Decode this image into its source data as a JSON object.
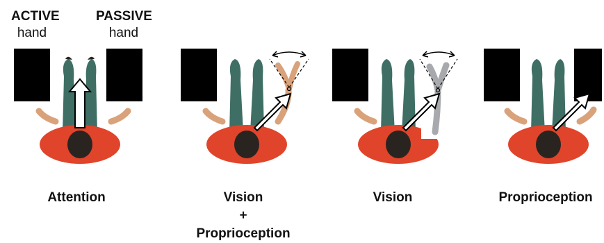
{
  "headers": {
    "active_title": "ACTIVE",
    "active_sub": "hand",
    "passive_title": "PASSIVE",
    "passive_sub": "hand"
  },
  "captions": {
    "panel1": "Attention",
    "panel2_line1": "Vision",
    "panel2_line2": "+",
    "panel2_line3": "Proprioception",
    "panel3": "Vision",
    "panel4": "Proprioception"
  },
  "colors": {
    "shirt": "#e0442a",
    "pants": "#3f6f64",
    "skin": "#d9a27a",
    "hair": "#2a2420",
    "box": "#000000",
    "arrow_fill": "#ffffff",
    "arrow_stroke": "#000000",
    "rubber_hand": "#a7a9ad"
  }
}
